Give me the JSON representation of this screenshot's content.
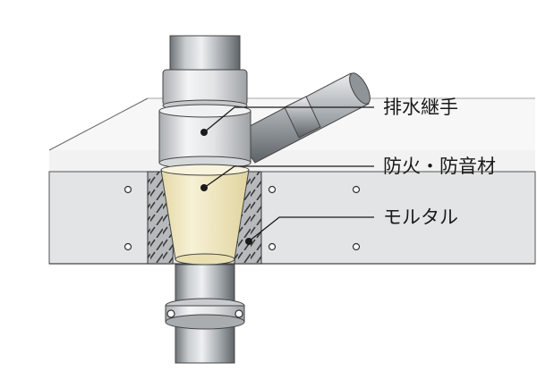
{
  "labels": {
    "drain_joint": "排水継手",
    "fireproof_soundproof_material": "防火・防音材",
    "mortar": "モルタル"
  },
  "colors": {
    "pipe_mid": "#a7acb0",
    "pipe_light": "#e6e8e9",
    "pipe_dark": "#6e7377",
    "joint_light": "#f1f2f3",
    "joint_mid": "#cfd2d4",
    "filler": "#f2ebc8",
    "mortar": "#b9bcbe",
    "slab_face": "#e3e4e5",
    "slab_top": "#f4f4f4",
    "line": "#3a3a3a"
  }
}
